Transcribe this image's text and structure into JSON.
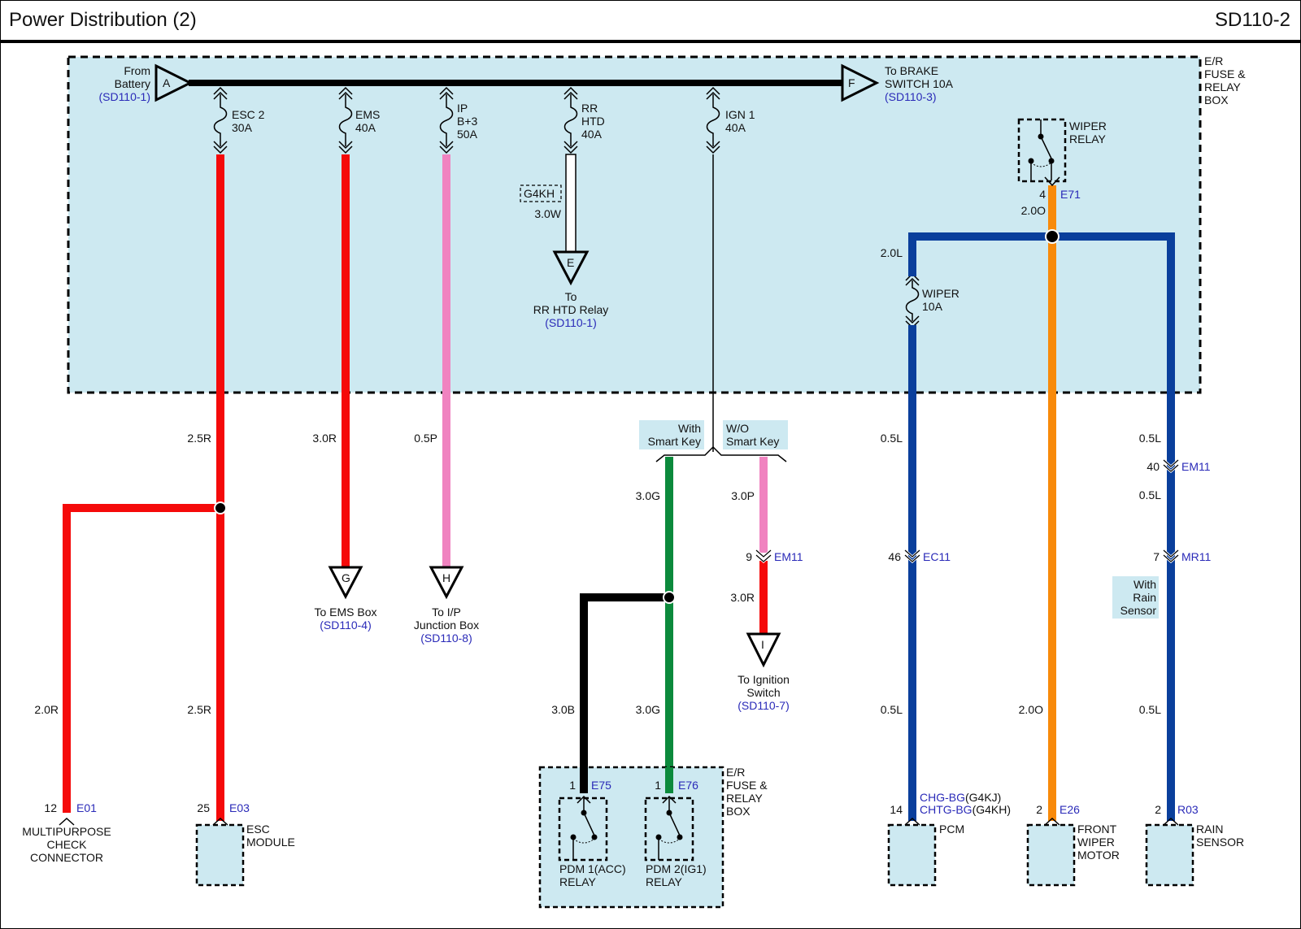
{
  "header": {
    "title": "Power Distribution (2)",
    "code": "SD110-2"
  },
  "colors": {
    "red": "#f50a0a",
    "pink": "#f083c0",
    "green": "#0c8a3c",
    "blue": "#0a3f9c",
    "orange": "#f88a0a",
    "black": "#000000",
    "box_fill": "#cde9f1",
    "link_blue": "#2a2ab8"
  },
  "er_box": {
    "label_lines": [
      "E/R",
      "FUSE &",
      "RELAY",
      "BOX"
    ]
  },
  "from_battery": {
    "connector": "A",
    "lines": [
      "From",
      "Battery"
    ],
    "ref": "(SD110-1)"
  },
  "to_brake": {
    "connector": "F",
    "lines": [
      "To BRAKE",
      "SWITCH 10A"
    ],
    "ref": "(SD110-3)"
  },
  "fuses": [
    {
      "name": "esc2",
      "lines": [
        "ESC 2",
        "30A"
      ]
    },
    {
      "name": "ems",
      "lines": [
        "EMS",
        "40A"
      ]
    },
    {
      "name": "ip-b3",
      "lines": [
        "IP",
        "B+3",
        "50A"
      ]
    },
    {
      "name": "rr-htd",
      "lines": [
        "RR",
        "HTD",
        "40A"
      ]
    },
    {
      "name": "ign1",
      "lines": [
        "IGN 1",
        "40A"
      ]
    },
    {
      "name": "wiper",
      "lines": [
        "WIPER",
        "10A"
      ]
    }
  ],
  "rr_htd": {
    "option": "G4KH",
    "wire": "3.0W",
    "connector": "E",
    "lines": [
      "To",
      "RR HTD Relay"
    ],
    "ref": "(SD110-1)"
  },
  "wiper_relay": {
    "lines": [
      "WIPER",
      "RELAY"
    ],
    "pin": "4",
    "connector": "E71",
    "wire": "2.0O"
  },
  "wires": {
    "esc_upper": "2.5R",
    "esc_lower": "2.5R",
    "mpc": "2.0R",
    "ems": "3.0R",
    "ip": "0.5P",
    "smart_key_upper": "3.0G",
    "smart_key_lower": "3.0G",
    "acc": "3.0B",
    "no_smart_key": "3.0P",
    "ign_switch": "3.0R",
    "wiper_feed": "2.0L",
    "pcm_upper": "0.5L",
    "pcm_lower": "0.5L",
    "front_wiper": "2.0O",
    "rain_1": "0.5L",
    "rain_2": "0.5L",
    "rain_3": "0.5L"
  },
  "destinations": {
    "ems_box": {
      "connector": "G",
      "lines": [
        "To EMS Box"
      ],
      "ref": "(SD110-4)"
    },
    "ip_junction": {
      "connector": "H",
      "lines": [
        "To I/P",
        "Junction Box"
      ],
      "ref": "(SD110-8)"
    },
    "ign_switch": {
      "connector": "I",
      "lines": [
        "To Ignition",
        "Switch"
      ],
      "ref": "(SD110-7)"
    }
  },
  "options": {
    "with_smart_key": [
      "With",
      "Smart Key"
    ],
    "without_smart_key": [
      "W/O",
      "Smart Key"
    ],
    "with_rain_sensor": [
      "With",
      "Rain",
      "Sensor"
    ]
  },
  "inline_connectors": [
    {
      "name": "em11-ign",
      "pin": "9",
      "id": "EM11"
    },
    {
      "name": "ec11",
      "pin": "46",
      "id": "EC11"
    },
    {
      "name": "em11-rain",
      "pin": "40",
      "id": "EM11"
    },
    {
      "name": "mr11",
      "pin": "7",
      "id": "MR11"
    }
  ],
  "components": {
    "mpc": {
      "pin": "12",
      "connector": "E01",
      "lines": [
        "MULTIPURPOSE",
        "CHECK",
        "CONNECTOR"
      ]
    },
    "esc": {
      "pin": "25",
      "connector": "E03",
      "lines": [
        "ESC",
        "MODULE"
      ]
    },
    "pdm1": {
      "pin": "1",
      "connector": "E75",
      "lines": [
        "PDM 1(ACC)",
        "RELAY"
      ]
    },
    "pdm2": {
      "pin": "1",
      "connector": "E76",
      "lines": [
        "PDM 2(IG1)",
        "RELAY"
      ]
    },
    "pcm": {
      "pin": "14",
      "connector_a": "CHG-BG",
      "engine_a": "(G4KJ)",
      "connector_b": "CHTG-BG",
      "engine_b": "(G4KH)",
      "lines": [
        "PCM"
      ]
    },
    "front_wiper": {
      "pin": "2",
      "connector": "E26",
      "lines": [
        "FRONT",
        "WIPER",
        "MOTOR"
      ]
    },
    "rain_sensor": {
      "pin": "2",
      "connector": "R03",
      "lines": [
        "RAIN",
        "SENSOR"
      ]
    }
  },
  "lower_box": {
    "label_lines": [
      "E/R",
      "FUSE &",
      "RELAY",
      "BOX"
    ]
  }
}
